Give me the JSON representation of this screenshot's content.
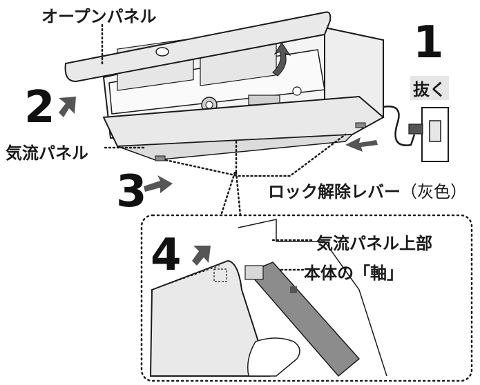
{
  "labels": {
    "open_panel": "オープンパネル",
    "unplug": "抜く",
    "airflow_panel": "気流パネル",
    "lock_release_lever": "ロック解除レバー",
    "lock_release_color": "（灰色）",
    "airflow_panel_top": "気流パネル上部",
    "body_axis": "本体の「軸」"
  },
  "steps": [
    "1",
    "2",
    "3",
    "4"
  ],
  "colors": {
    "outline": "#1a1a1a",
    "panel_fill": "#e9e9e9",
    "arrow_fill": "#555555",
    "body_fill": "#f4f4f4",
    "lever_fill": "#8c8c8c"
  }
}
